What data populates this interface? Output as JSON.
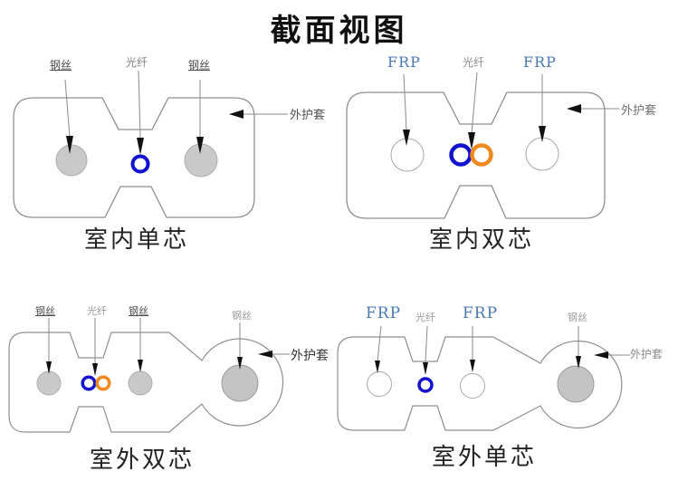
{
  "title": "截面视图",
  "colors": {
    "outline": "#8f8f8f",
    "steel_wire_fill": "#c9c9c9",
    "fiber_blue": "#1212cf",
    "fiber_orange": "#f08a1e",
    "frp_text": "#4878b4",
    "label_dark": "#4a4a4a",
    "label_light": "#9a9a9a"
  },
  "diagrams": {
    "indoor_single": {
      "caption": "室内单芯",
      "labels": {
        "left_wire": "钢丝",
        "fiber": "光纤",
        "right_wire": "钢丝",
        "sheath": "外护套"
      }
    },
    "indoor_dual": {
      "caption": "室内双芯",
      "labels": {
        "left_frp": "FRP",
        "fiber": "光纤",
        "right_frp": "FRP",
        "sheath": "外护套"
      }
    },
    "outdoor_dual": {
      "caption": "室外双芯",
      "labels": {
        "left_wire": "钢丝",
        "fiber": "光纤",
        "right_wire": "钢丝",
        "messenger_wire": "钢丝",
        "sheath": "外护套"
      }
    },
    "outdoor_single": {
      "caption": "室外单芯",
      "labels": {
        "left_frp": "FRP",
        "fiber": "光纤",
        "right_frp": "FRP",
        "messenger_wire": "钢丝",
        "sheath": "外护套"
      }
    }
  }
}
